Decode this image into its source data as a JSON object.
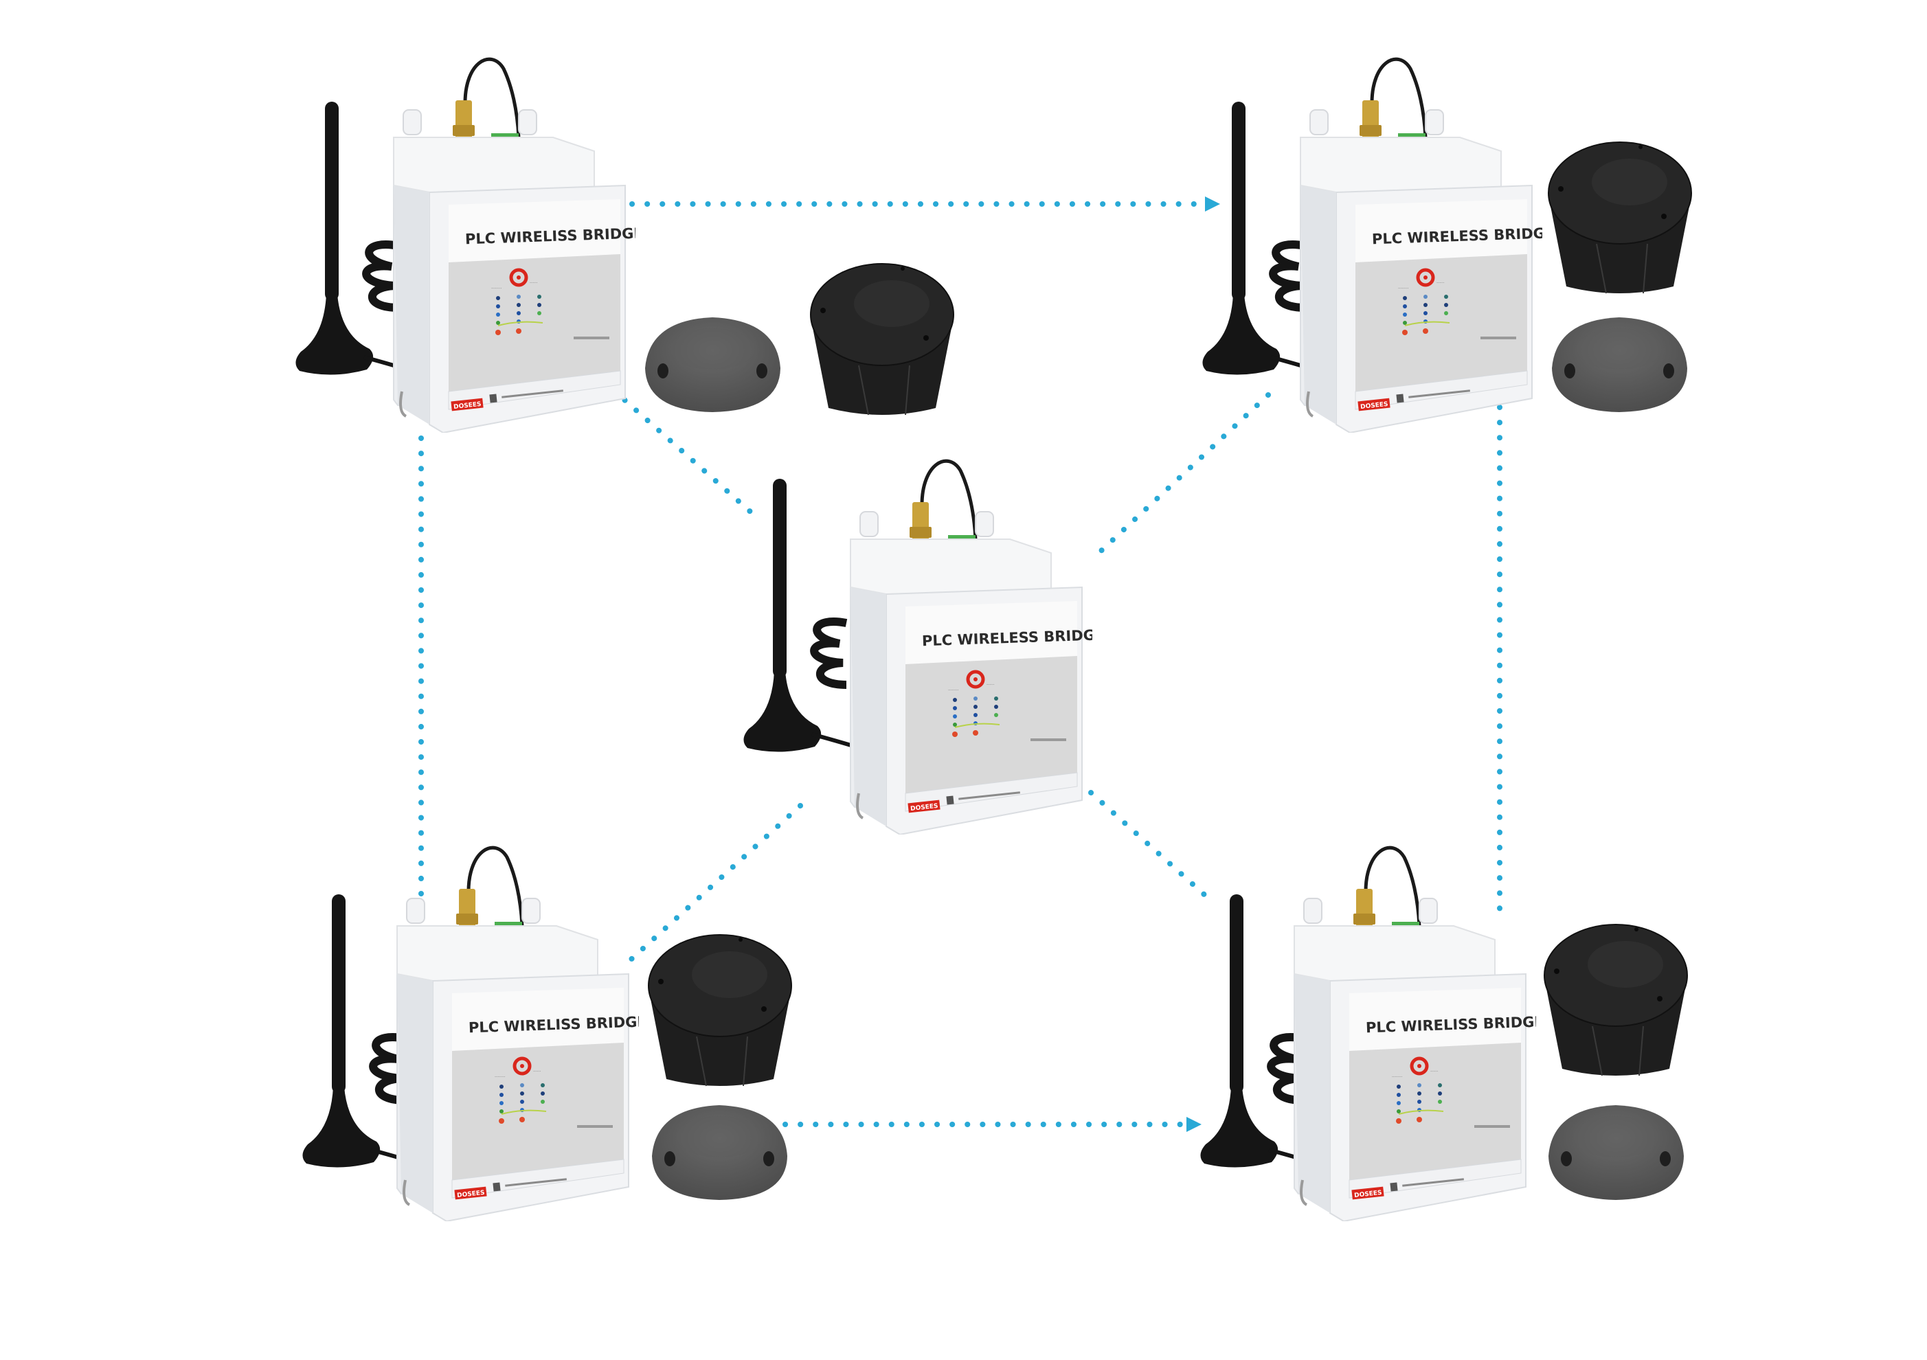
{
  "diagram": {
    "title": "",
    "topology": "mesh",
    "link_color": "#29a9d6",
    "link_style": "dotted",
    "nodes": [
      {
        "id": "top-left",
        "label": "PLC WIRELISS BRIDGE",
        "badge": "DOSEES",
        "role": "edge"
      },
      {
        "id": "top-right",
        "label": "PLC WIRELESS BRIDGE",
        "badge": "DOSEES",
        "role": "edge"
      },
      {
        "id": "center",
        "label": "PLC WIRELESS BRIDGE",
        "badge": "DOSEES",
        "role": "hub"
      },
      {
        "id": "bottom-left",
        "label": "PLC WIRELISS BRIDGE",
        "badge": "DOSEES",
        "role": "edge"
      },
      {
        "id": "bottom-right",
        "label": "PLC WIRELISS BRIDGE",
        "badge": "DOSEES",
        "role": "edge"
      }
    ],
    "links": [
      {
        "from": "top-left",
        "to": "top-right",
        "arrow": "end"
      },
      {
        "from": "top-left",
        "to": "center",
        "arrow": "none"
      },
      {
        "from": "top-left",
        "to": "bottom-left",
        "arrow": "none"
      },
      {
        "from": "top-right",
        "to": "center",
        "arrow": "none"
      },
      {
        "from": "top-right",
        "to": "bottom-right",
        "arrow": "none"
      },
      {
        "from": "center",
        "to": "bottom-left",
        "arrow": "none"
      },
      {
        "from": "center",
        "to": "bottom-right",
        "arrow": "none"
      },
      {
        "from": "bottom-left",
        "to": "bottom-right",
        "arrow": "end"
      }
    ],
    "accessories": [
      {
        "node": "top-left",
        "items": [
          "puck-antenna",
          "cylinder-antenna"
        ]
      },
      {
        "node": "top-right",
        "items": [
          "cylinder-antenna",
          "puck-antenna"
        ]
      },
      {
        "node": "bottom-left",
        "items": [
          "cylinder-antenna",
          "puck-antenna"
        ]
      },
      {
        "node": "bottom-right",
        "items": [
          "cylinder-antenna",
          "puck-antenna"
        ]
      }
    ],
    "device_colors": {
      "housing": "#eef0f3",
      "panel_gray": "#d9d9d9",
      "label_bg": "#f7f7f7",
      "status_ring": "#d9261c",
      "badge": "#d9261c",
      "antenna": "#151515",
      "puck": "#4d4d4d",
      "cylinder": "#1e1e1e",
      "connector": "#c9a23a",
      "terminal": "#4caf50"
    }
  }
}
